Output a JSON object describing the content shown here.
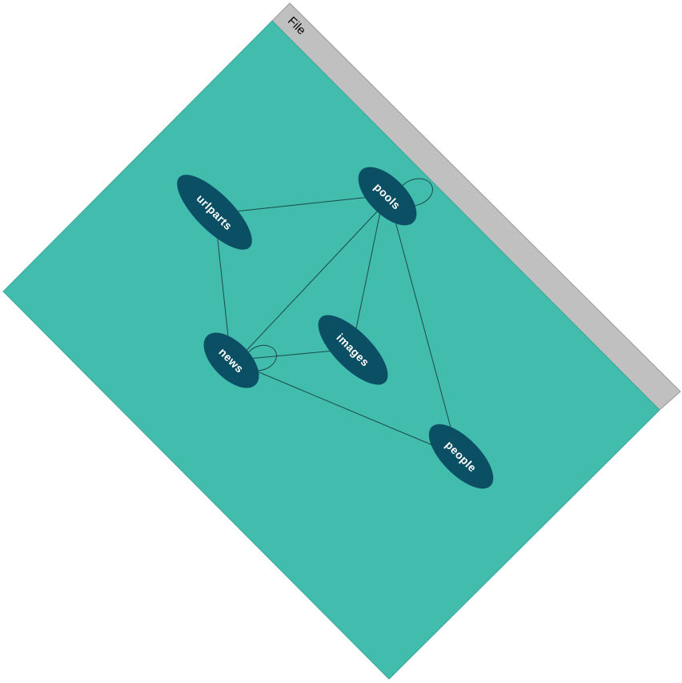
{
  "window": {
    "menubar": {
      "items": [
        {
          "label": "File"
        }
      ]
    }
  },
  "colors": {
    "canvas_background": "#42bcad",
    "node_fill": "#0b4f64",
    "node_text": "#ffffff",
    "edge": "#1b4a4a",
    "menubar_background": "#c0c0c0"
  },
  "graph": {
    "nodes": [
      {
        "id": "urlparts",
        "label": "urlparts"
      },
      {
        "id": "pools",
        "label": "pools"
      },
      {
        "id": "images",
        "label": "images"
      },
      {
        "id": "news",
        "label": "news"
      },
      {
        "id": "people",
        "label": "people"
      }
    ],
    "edges": [
      {
        "from": "urlparts",
        "to": "pools"
      },
      {
        "from": "urlparts",
        "to": "news"
      },
      {
        "from": "pools",
        "to": "news"
      },
      {
        "from": "pools",
        "to": "images"
      },
      {
        "from": "pools",
        "to": "people"
      },
      {
        "from": "news",
        "to": "images"
      },
      {
        "from": "news",
        "to": "people"
      }
    ],
    "self_loops": [
      "pools",
      "news"
    ]
  }
}
